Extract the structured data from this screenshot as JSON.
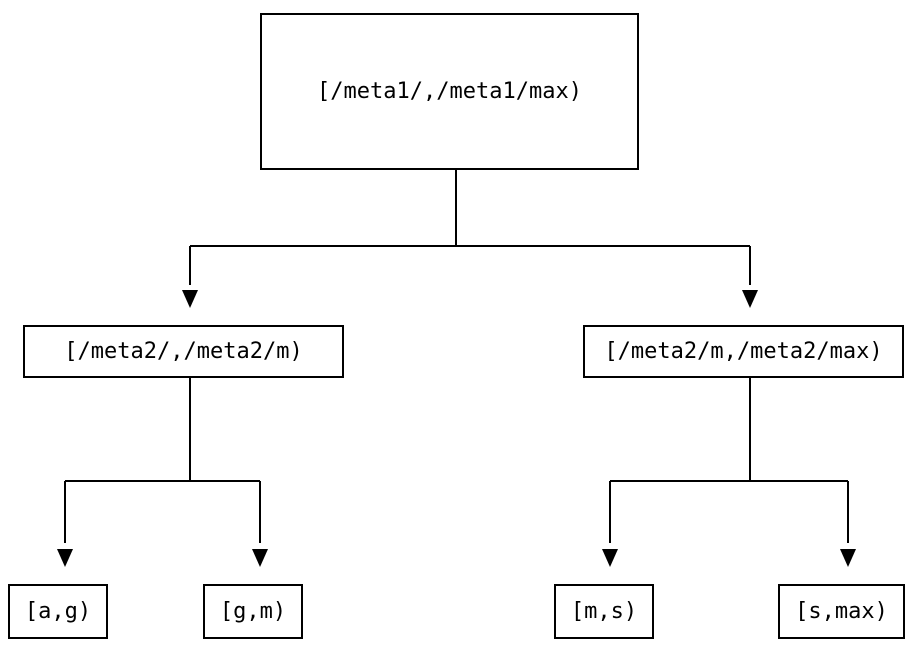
{
  "diagram": {
    "type": "tree",
    "colors": {
      "background": "#ffffff",
      "node_border": "#000000",
      "edge_line": "#000000",
      "text": "#000000"
    },
    "nodes": [
      {
        "id": "root",
        "label": "[/meta1/,/meta1/max)"
      },
      {
        "id": "meta2-left",
        "label": "[/meta2/,/meta2/m)"
      },
      {
        "id": "meta2-right",
        "label": "[/meta2/m,/meta2/max)"
      },
      {
        "id": "leaf-a-g",
        "label": "[a,g)"
      },
      {
        "id": "leaf-g-m",
        "label": "[g,m)"
      },
      {
        "id": "leaf-m-s",
        "label": "[m,s)"
      },
      {
        "id": "leaf-s-max",
        "label": "[s,max)"
      }
    ],
    "edges": [
      {
        "from": "root",
        "to": "meta2-left"
      },
      {
        "from": "root",
        "to": "meta2-right"
      },
      {
        "from": "meta2-left",
        "to": "leaf-a-g"
      },
      {
        "from": "meta2-left",
        "to": "leaf-g-m"
      },
      {
        "from": "meta2-right",
        "to": "leaf-m-s"
      },
      {
        "from": "meta2-right",
        "to": "leaf-s-max"
      }
    ]
  }
}
